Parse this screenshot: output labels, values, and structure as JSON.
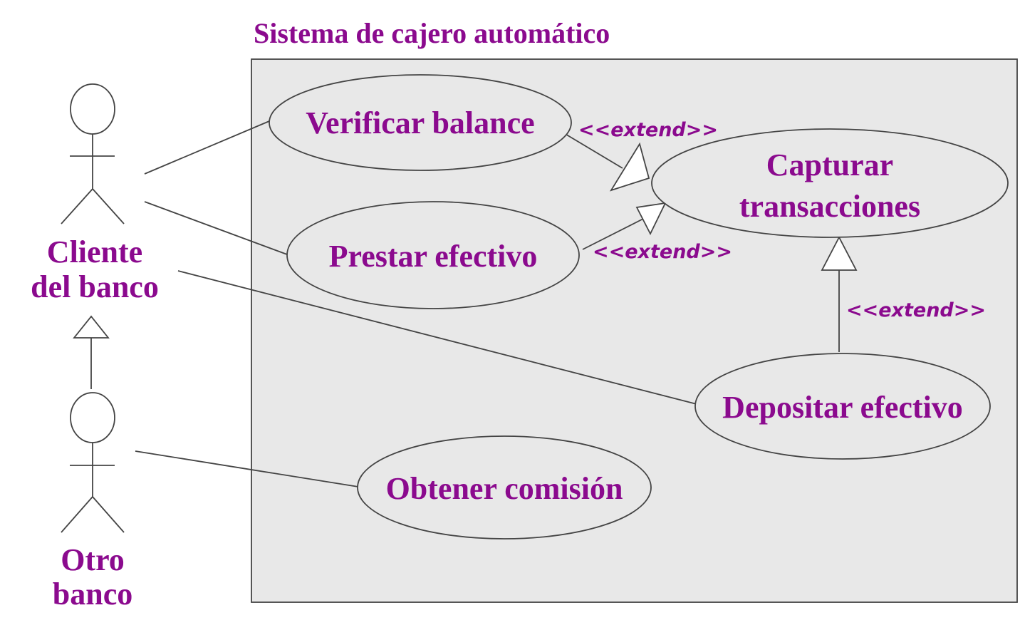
{
  "system": {
    "title": "Sistema de cajero automático"
  },
  "actors": [
    {
      "id": "cliente",
      "line1": "Cliente",
      "line2": "del banco"
    },
    {
      "id": "otro",
      "line1": "Otro",
      "line2": "banco"
    }
  ],
  "use_cases": {
    "verificar": {
      "label": "Verificar balance"
    },
    "prestar": {
      "label": "Prestar efectivo"
    },
    "capturar": {
      "line1": "Capturar",
      "line2": "transacciones"
    },
    "depositar": {
      "label": "Depositar efectivo"
    },
    "obtener": {
      "label": "Obtener comisión"
    }
  },
  "relations": {
    "extend_label": "<<extend>>"
  },
  "colors": {
    "text": "#8b0a8e",
    "line": "#444444",
    "system_fill": "#e8e8e8"
  }
}
